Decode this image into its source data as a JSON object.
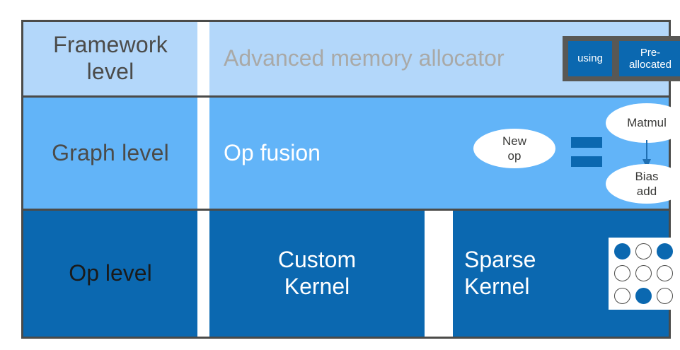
{
  "diagram": {
    "title_rows": [
      {
        "level_label": "Framework\nlevel",
        "content_label": "Advanced memory allocator"
      },
      {
        "level_label": "Graph level",
        "content_label": "Op fusion"
      },
      {
        "level_label": "Op level",
        "content_label": "Custom\nKernel"
      }
    ]
  },
  "framework_row": {
    "level_label_line1": "Framework",
    "level_label_line2": "level",
    "content_label": "Advanced memory allocator",
    "allocator_widget": {
      "using_label": "using",
      "prealloc_line1": "Pre-",
      "prealloc_line2": "allocated"
    }
  },
  "graph_row": {
    "level_label": "Graph level",
    "content_label": "Op fusion",
    "fusion_diagram": {
      "new_op_line1": "New",
      "new_op_line2": "op",
      "equals_symbol": "equals-sign",
      "matmul_label": "Matmul",
      "bias_add_line1": "Bias",
      "bias_add_line2": "add",
      "arrow": "down-arrow-icon"
    }
  },
  "op_row": {
    "level_label": "Op level",
    "custom_kernel_line1": "Custom",
    "custom_kernel_line2": "Kernel",
    "sparse_kernel_line1": "Sparse",
    "sparse_kernel_line2": "Kernel",
    "sparsity_grid": {
      "rows": 3,
      "cols": 3,
      "cells": [
        [
          "filled",
          "empty",
          "filled"
        ],
        [
          "empty",
          "empty",
          "empty"
        ],
        [
          "empty",
          "filled",
          "empty"
        ]
      ]
    }
  },
  "colors": {
    "framework_row_bg": "#b3d7fa",
    "graph_row_bg": "#62b4f8",
    "op_row_bg": "#0b68b0",
    "border": "#4b4b49",
    "muted_text": "#a9a9a7",
    "dark_text": "#4b4b49",
    "widget_container": "#595855",
    "accent": "#0b68b0",
    "arrow": "#1f6fb2"
  }
}
